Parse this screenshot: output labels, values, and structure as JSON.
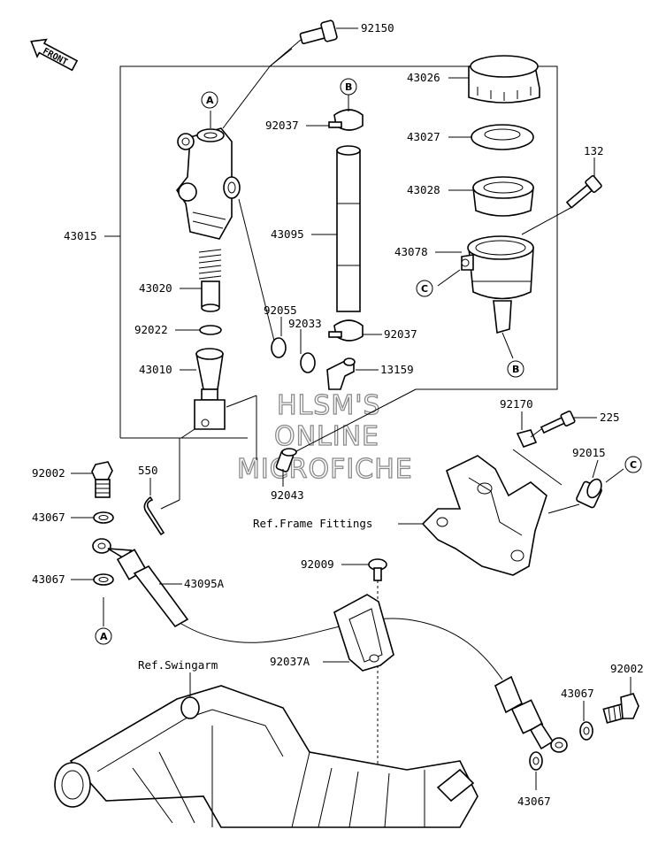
{
  "direction_marker": "FRONT",
  "watermark": {
    "line1": "HLSM'S",
    "line2": "ONLINE",
    "line3": "MICROFICHE"
  },
  "labels": {
    "p92150": "92150",
    "p43026": "43026",
    "p43027": "43027",
    "p43028": "43028",
    "p132": "132",
    "p43078": "43078",
    "p92037_upper": "92037",
    "p43095": "43095",
    "p43015": "43015",
    "p43020": "43020",
    "p92055": "92055",
    "p92033": "92033",
    "p92037_lower": "92037",
    "p92022": "92022",
    "p43010": "43010",
    "p13159": "13159",
    "p92170": "92170",
    "p225": "225",
    "p92015": "92015",
    "p92002_left": "92002",
    "p550": "550",
    "p92043": "92043",
    "p43067_a": "43067",
    "p43067_b": "43067",
    "p43095A": "43095A",
    "p92009": "92009",
    "p92037A": "92037A",
    "p92002_right": "92002",
    "p43067_c": "43067",
    "p43067_d": "43067"
  },
  "references": {
    "frame_fittings": "Ref.Frame Fittings",
    "swingarm": "Ref.Swingarm"
  },
  "callouts": {
    "a_top": "A",
    "b_top": "B",
    "c_reservoir": "C",
    "b_reservoir": "B",
    "c_right": "C",
    "a_bottom": "A"
  }
}
